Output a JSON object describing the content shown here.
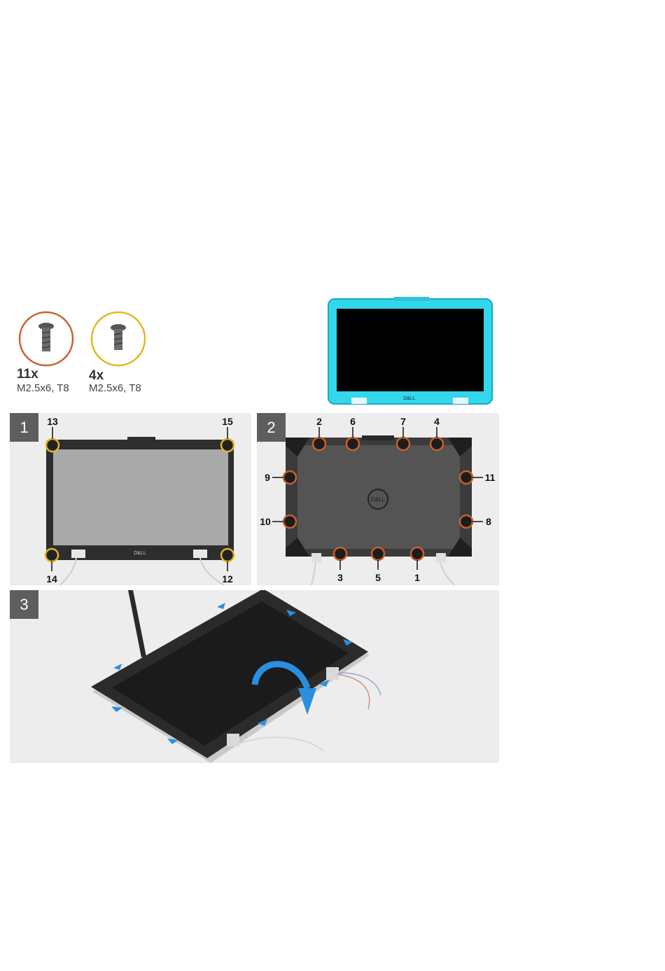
{
  "screws": [
    {
      "qty": "11x",
      "spec": "M2.5x6, T8",
      "ring_color": "#c9602d"
    },
    {
      "qty": "4x",
      "spec": "M2.5x6, T8",
      "ring_color": "#e3b623"
    }
  ],
  "preview": {
    "accent": "#33d7ec",
    "logo": "D&LL"
  },
  "steps": [
    {
      "number": "1",
      "logo": "D&LL",
      "callouts": [
        "13",
        "15",
        "14",
        "12"
      ]
    },
    {
      "number": "2",
      "logo": "D&LL",
      "callouts": [
        "2",
        "6",
        "7",
        "4",
        "9",
        "11",
        "10",
        "8",
        "3",
        "5",
        "1"
      ]
    },
    {
      "number": "3"
    }
  ],
  "colors": {
    "panel_bg": "#ededed",
    "badge": "#5e5e5e",
    "arrow": "#2b8fe0"
  }
}
